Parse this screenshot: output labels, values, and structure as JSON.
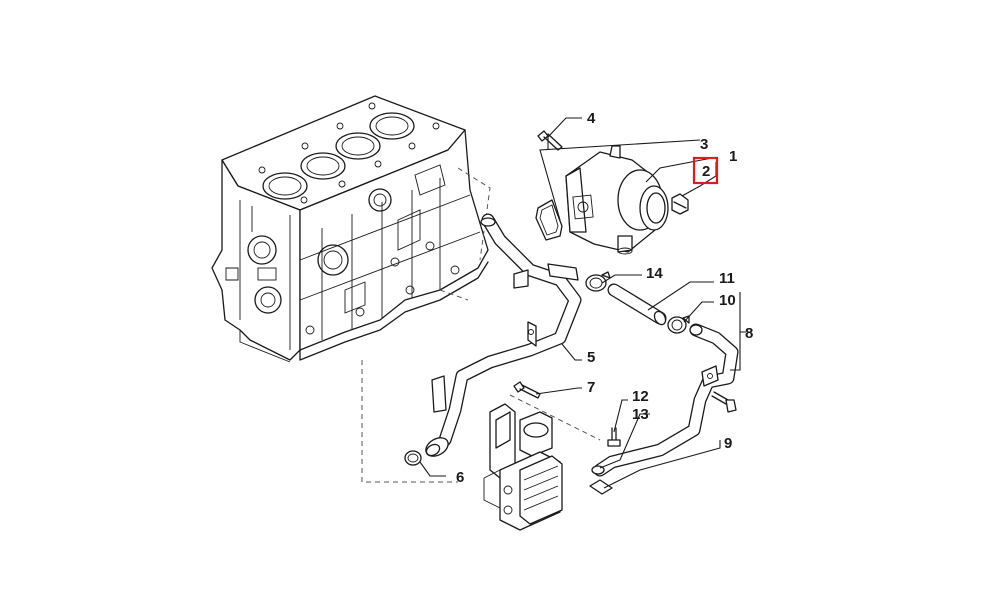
{
  "callouts": [
    {
      "id": "1",
      "text": "1"
    },
    {
      "id": "2",
      "text": "2",
      "highlighted": true
    },
    {
      "id": "3",
      "text": "3"
    },
    {
      "id": "4",
      "text": "4"
    },
    {
      "id": "5",
      "text": "5"
    },
    {
      "id": "6",
      "text": "6"
    },
    {
      "id": "7",
      "text": "7"
    },
    {
      "id": "8",
      "text": "8"
    },
    {
      "id": "9",
      "text": "9"
    },
    {
      "id": "10",
      "text": "10"
    },
    {
      "id": "11",
      "text": "11"
    },
    {
      "id": "12",
      "text": "12"
    },
    {
      "id": "13",
      "text": "13"
    },
    {
      "id": "14",
      "text": "14"
    }
  ],
  "colors": {
    "line": "#1a1a1a",
    "highlight": "#e01b1b",
    "background": "#ffffff"
  }
}
